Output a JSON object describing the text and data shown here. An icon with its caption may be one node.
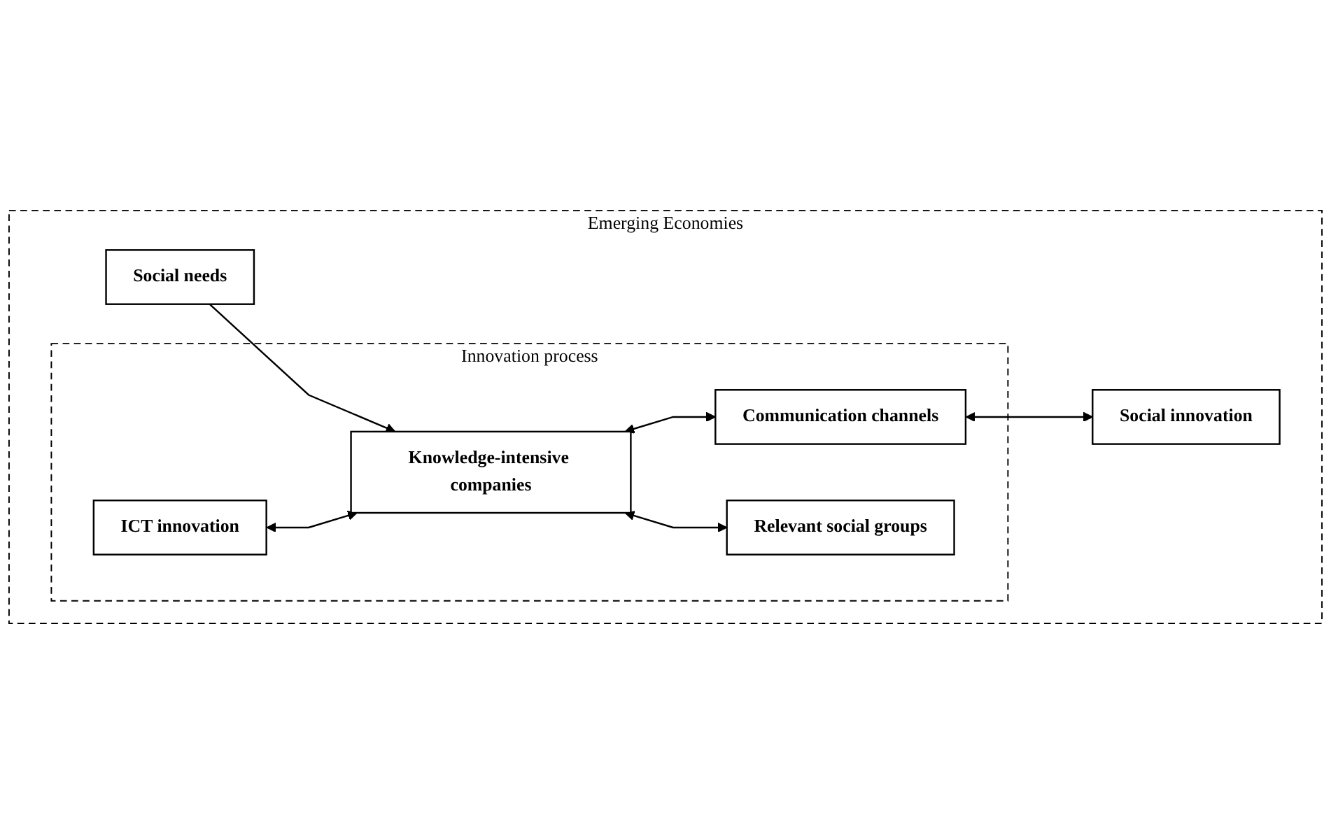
{
  "diagram": {
    "nodes": [
      {
        "text": [
          "Emerging Economies"
        ]
      },
      {
        "text": [
          "Social needs"
        ],
        "in": 0
      },
      {
        "text": [
          "Innovation process"
        ],
        "in": 0
      },
      {
        "text": [
          "ICT innovation"
        ],
        "in": 2
      },
      {
        "text": [
          "Knowledge-intensive companies"
        ],
        "in": 2
      },
      {
        "text": [
          "Relevant social groups"
        ],
        "in": 2
      },
      {
        "text": [
          "Communication channels"
        ],
        "in": 2
      },
      {
        "text": [
          "Social innovation"
        ],
        "in": 0
      }
    ],
    "edges": [
      {
        "from": 1,
        "to": 4,
        "arrow": "to"
      },
      {
        "from": 3,
        "to": 4,
        "arrow": "both"
      },
      {
        "from": 4,
        "to": 6,
        "arrow": "both"
      },
      {
        "from": 4,
        "to": 5,
        "arrow": "both"
      },
      {
        "from": 6,
        "to": 7,
        "arrow": "both"
      }
    ]
  }
}
